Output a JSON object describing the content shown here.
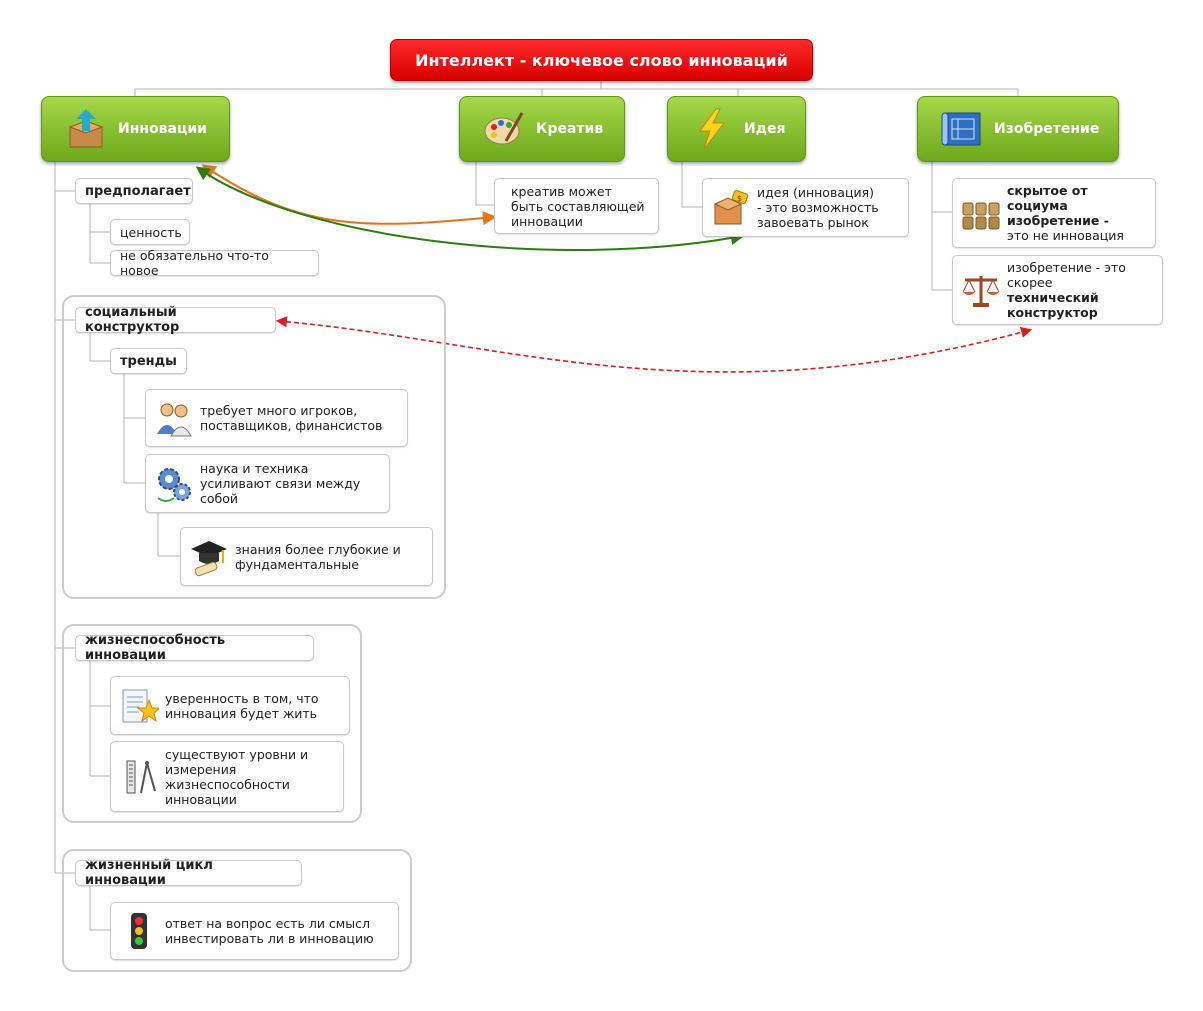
{
  "root": {
    "title": "Интеллект - ключевое слово инноваций"
  },
  "topics": {
    "innovations": "Инновации",
    "creative": "Креатив",
    "idea": "Идея",
    "invention": "Изобретение"
  },
  "innovations_branch": {
    "presupposes": "предполагает",
    "value": "ценность",
    "not_necessarily_new": "не обязательно что-то новое",
    "social_constructor": "социальный конструктор",
    "trends": "тренды",
    "many_players": "требует много игроков,\nпоставщиков, финансистов",
    "science_tech": "наука и техника\nусиливают связи между\nсобой",
    "knowledge": "знания более глубокие и\nфундаментальные",
    "viability": "жизнеспособность инновации",
    "confidence": "уверенность в том, что\nинновация будет жить",
    "levels": "существуют уровни и\nизмерения\nжизнеспособности\nинновации",
    "lifecycle": "жизненный цикл инновации",
    "invest_answer": "ответ на вопрос есть ли смысл\nинвестировать ли в инновацию"
  },
  "creative_branch": {
    "note": "креатив может\nбыть составляющей\nинновации"
  },
  "idea_branch": {
    "note": "идея (инновация)\n- это возможность\nзавоевать рынок"
  },
  "invention_branch": {
    "hidden_bold": "скрытое от\nсоциума\nизобретение -",
    "hidden_rest": "это не инновация",
    "tech_plain": "изобретение - это\nскорее",
    "tech_bold": "технический\nконструктор"
  },
  "colors": {
    "root": "#e00000",
    "main_topic": "#8cc63e",
    "link_orange": "#e8731a",
    "link_green": "#2e7d10",
    "link_red_dashed": "#d42020",
    "connector": "#b0b0b0"
  },
  "icons": {
    "innovations": "box-upload-icon",
    "creative": "palette-icon",
    "idea": "lightning-icon",
    "invention": "blueprint-icon",
    "many_players": "people-icon",
    "science_tech": "gears-icon",
    "knowledge": "graduation-cap-icon",
    "confidence": "document-star-icon",
    "levels": "drafting-tools-icon",
    "invest_answer": "traffic-light-icon",
    "idea_note": "price-box-icon",
    "hidden": "theater-seats-icon",
    "tech": "scales-icon"
  }
}
